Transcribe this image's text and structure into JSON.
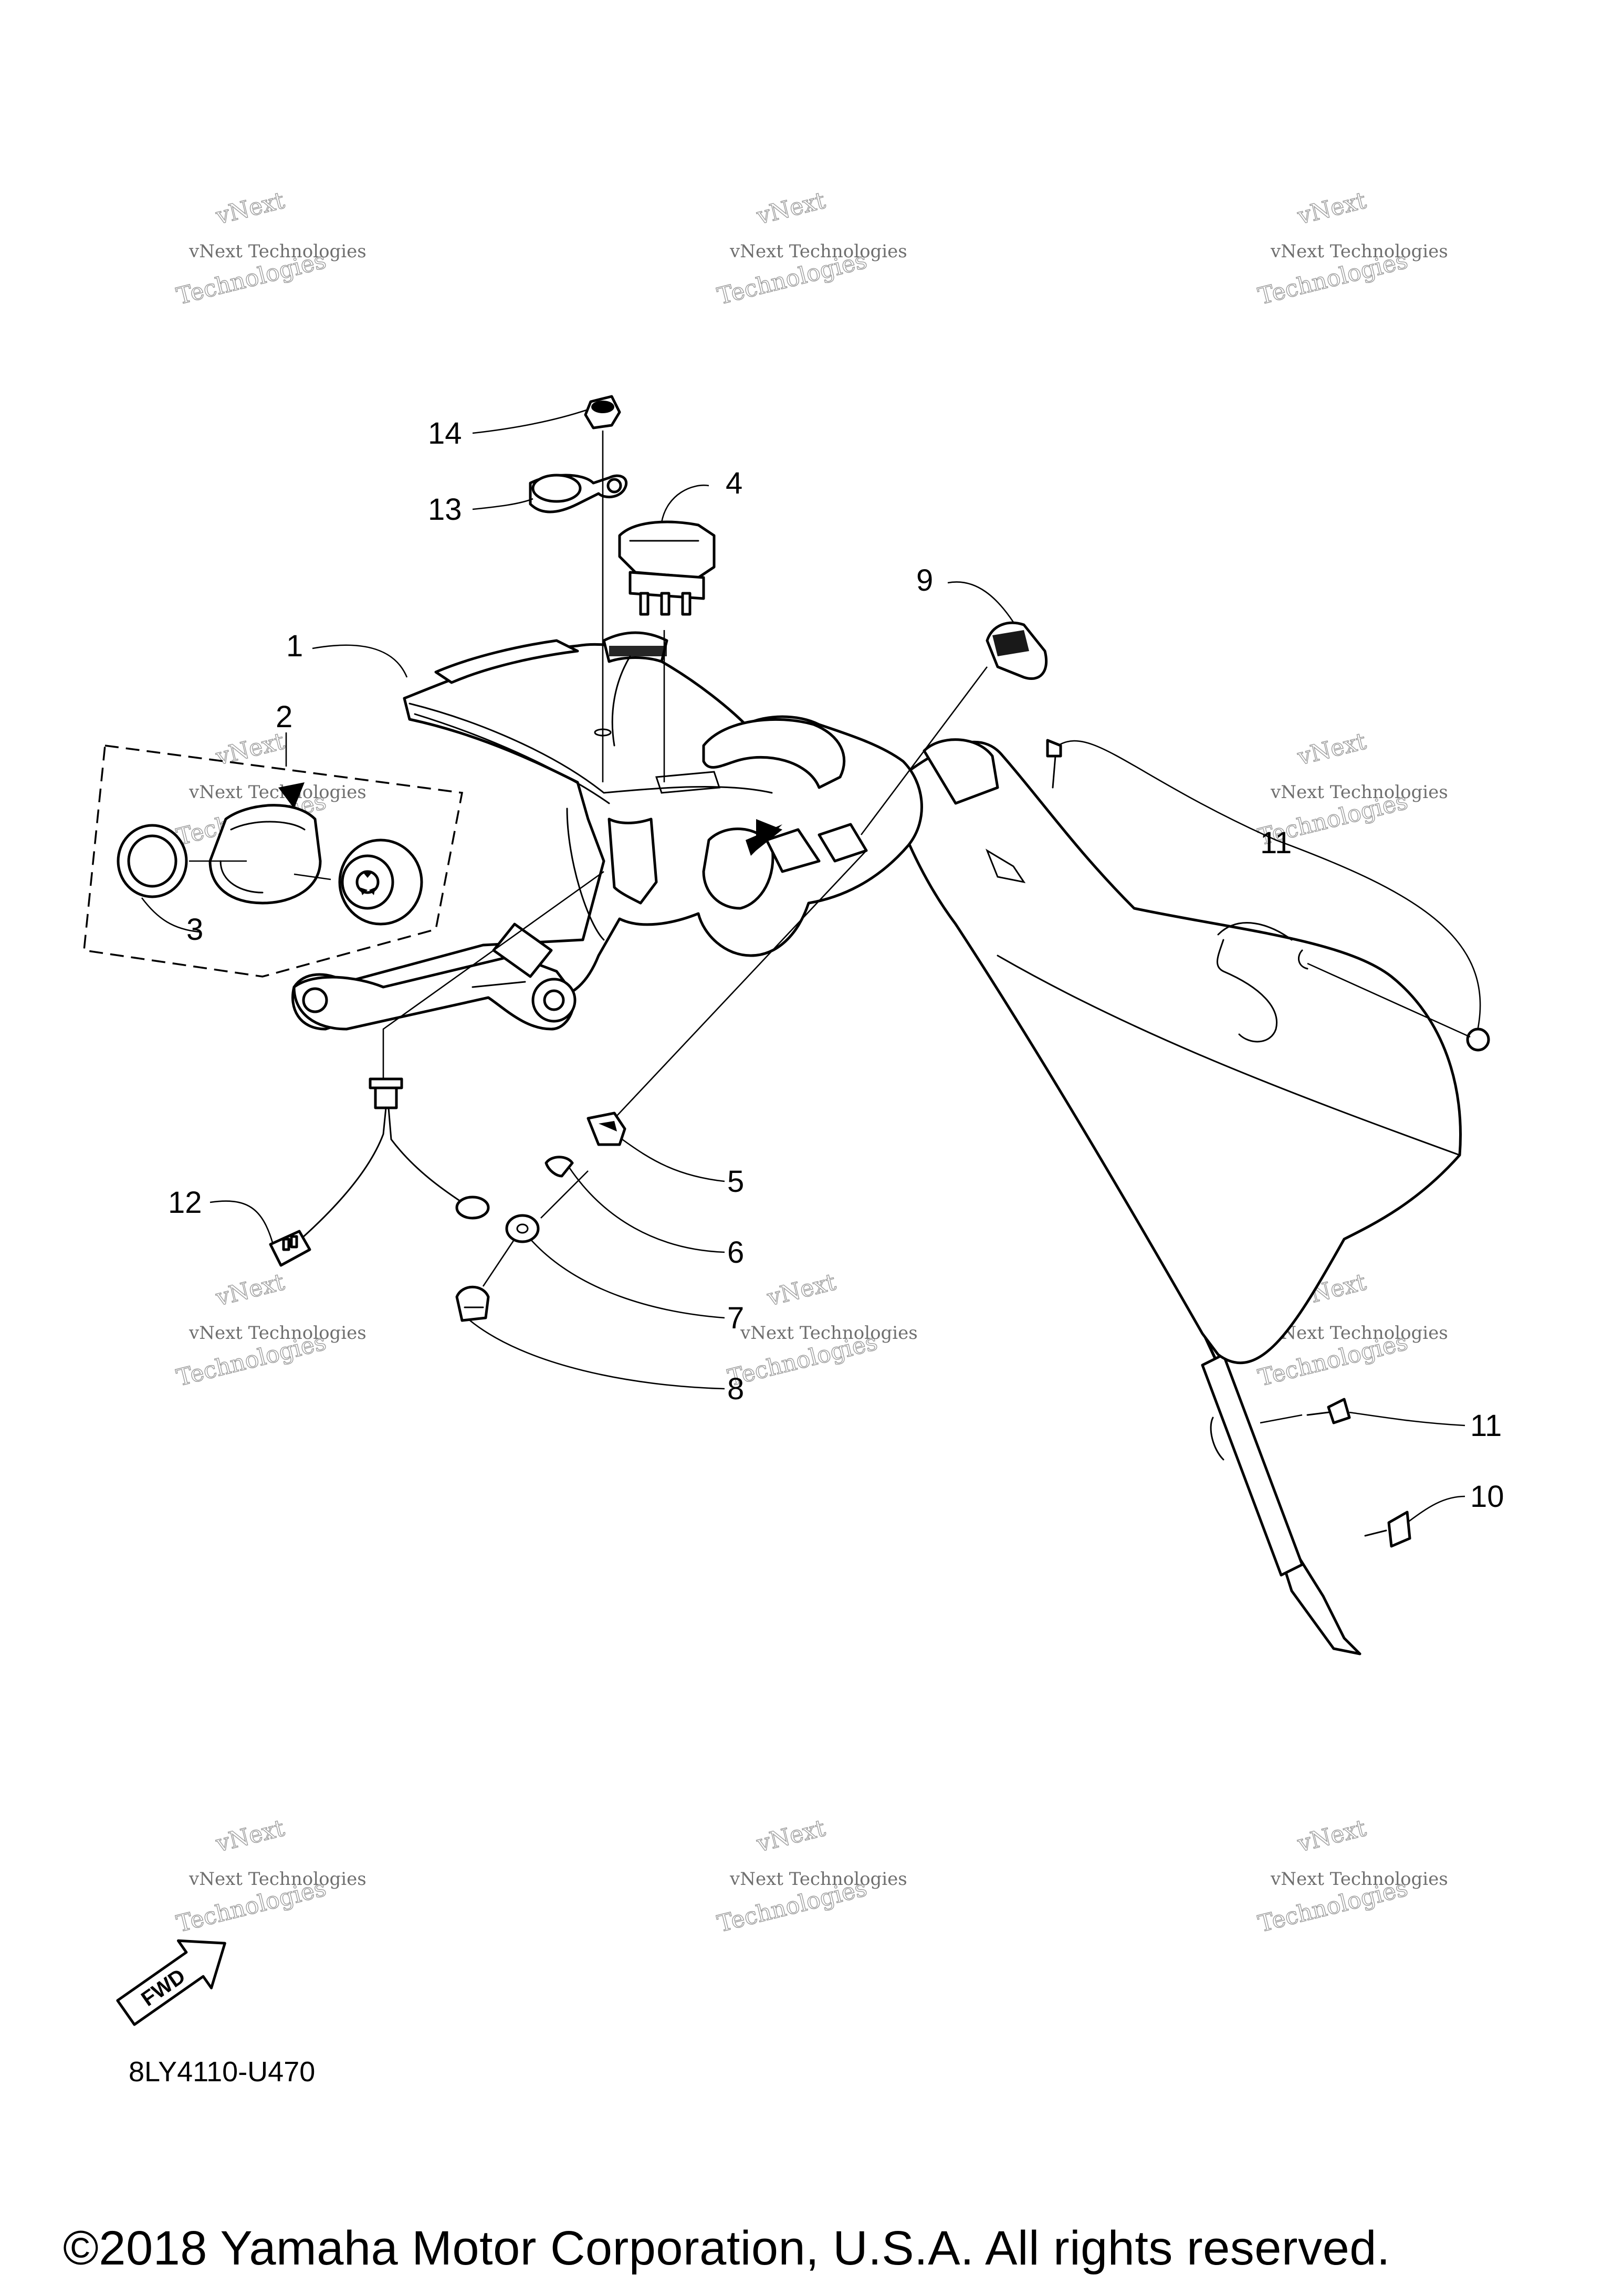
{
  "watermark": {
    "line1": "vNext Technologies",
    "line2": "Technologies",
    "tag": "vNext"
  },
  "callouts": [
    "1",
    "2",
    "3",
    "4",
    "5",
    "6",
    "7",
    "8",
    "9",
    "10",
    "11",
    "11",
    "12",
    "13",
    "14"
  ],
  "fwd_label": "FWD",
  "diagram_code": "8LY4110-U470",
  "copyright": "©2018 Yamaha Motor Corporation, U.S.A. All rights reserved."
}
